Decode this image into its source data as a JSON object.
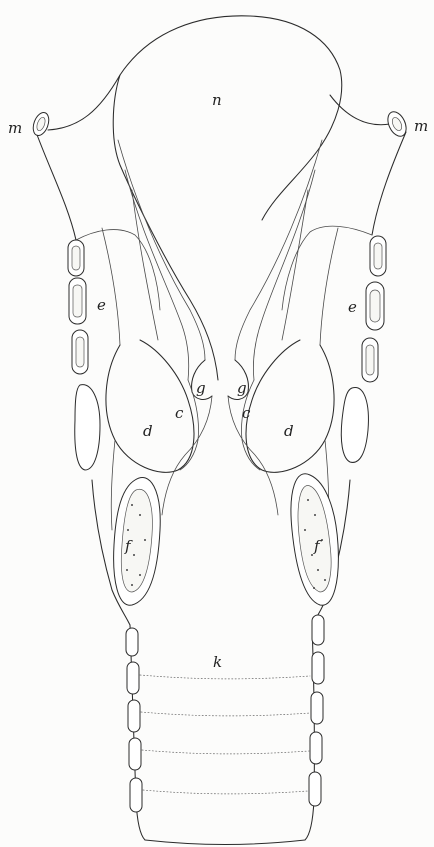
{
  "labels": {
    "n": "n",
    "m_left": "m",
    "m_right": "m",
    "e_left": "e",
    "e_right": "e",
    "d_left": "d",
    "d_right": "d",
    "c_left": "c",
    "c_right": "c",
    "g_left": "g",
    "g_right": "g",
    "f_left": "f",
    "f_right": "f",
    "k": "k"
  }
}
